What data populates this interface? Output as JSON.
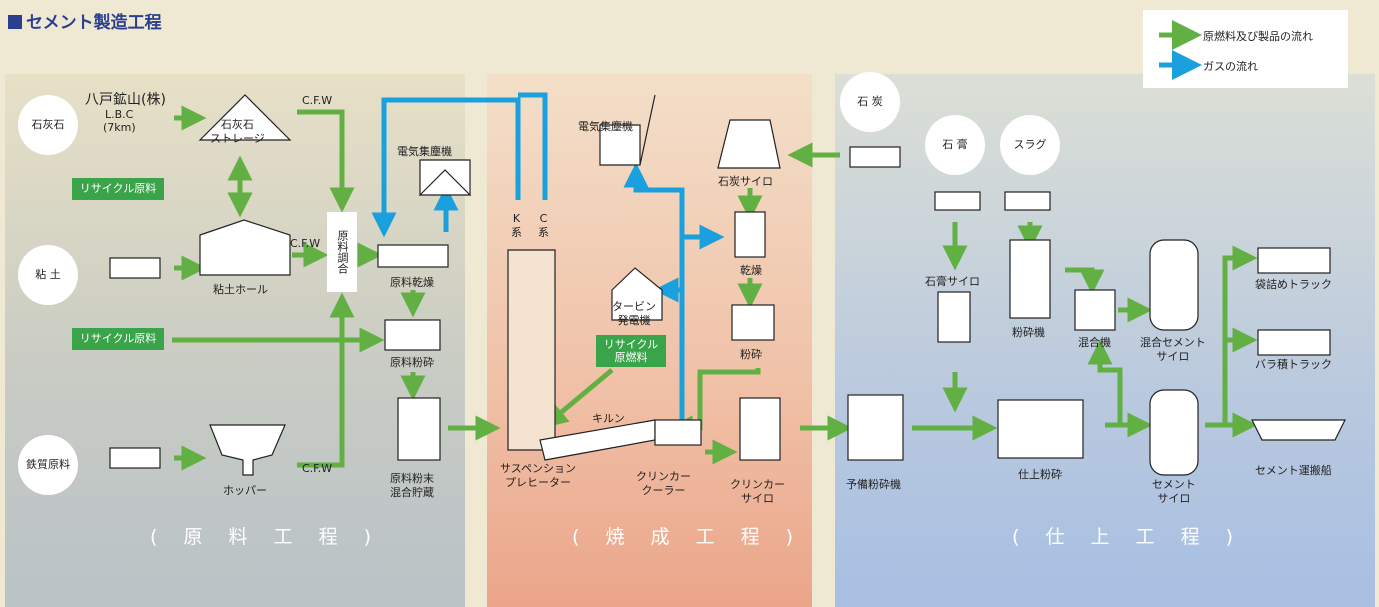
{
  "title": "セメント製造工程",
  "legend": {
    "materials_flow": "原燃料及び製品の流れ",
    "gas_flow": "ガスの流れ"
  },
  "colors": {
    "material_arrow": "#62b043",
    "gas_arrow": "#1aa0dc",
    "recycle_box": "#3aa44a",
    "title": "#2b3f8f"
  },
  "sources": {
    "limestone": "石灰石",
    "mine_name": "八戸鉱山(株)",
    "lbc": "L.B.C",
    "lbc_length": "(7km)",
    "clay": "粘 土",
    "iron": "鉄質原料",
    "coal": "石 炭",
    "gypsum": "石 膏",
    "slag": "スラグ"
  },
  "recycle": {
    "raw1": "リサイクル原料",
    "raw2": "リサイクル原料",
    "fuel": "リサイクル\n原燃料"
  },
  "equipment": {
    "limestone_storage": "石灰石\nストレージ",
    "clay_hall": "粘土ホール",
    "hopper": "ホッパー",
    "cfw1": "C.F.W",
    "cfw2": "C.F.W",
    "cfw3": "C.F.W",
    "mix": "原料調合",
    "ep1": "電気集塵機",
    "raw_dry": "原料乾燥",
    "raw_mill": "原料粉砕",
    "raw_silo": "原料粉末\n混合貯蔵",
    "k_series": "K\n系",
    "c_series": "C\n系",
    "ep2": "電気集塵機",
    "turbine": "タービン\n発電機",
    "preheater": "サスペンション\nプレヒーター",
    "kiln": "キルン",
    "cooler": "クリンカー\nクーラー",
    "coal_silo": "石炭サイロ",
    "coal_dry": "乾燥",
    "coal_mill": "粉砕",
    "clinker_silo": "クリンカー\nサイロ",
    "gypsum_silo": "石膏サイロ",
    "slag_mill": "粉砕機",
    "mixer": "混合機",
    "mixed_silo": "混合セメント\nサイロ",
    "pre_mill": "予備粉砕機",
    "finish_mill": "仕上粉砕",
    "cement_silo": "セメント\nサイロ",
    "bag_truck": "袋詰めトラック",
    "bulk_truck": "バラ積トラック",
    "ship": "セメント運搬船"
  },
  "sections": {
    "raw": "( 原 料 工 程 )",
    "burn": "( 焼 成 工 程 )",
    "finish": "( 仕 上 工 程 )"
  }
}
